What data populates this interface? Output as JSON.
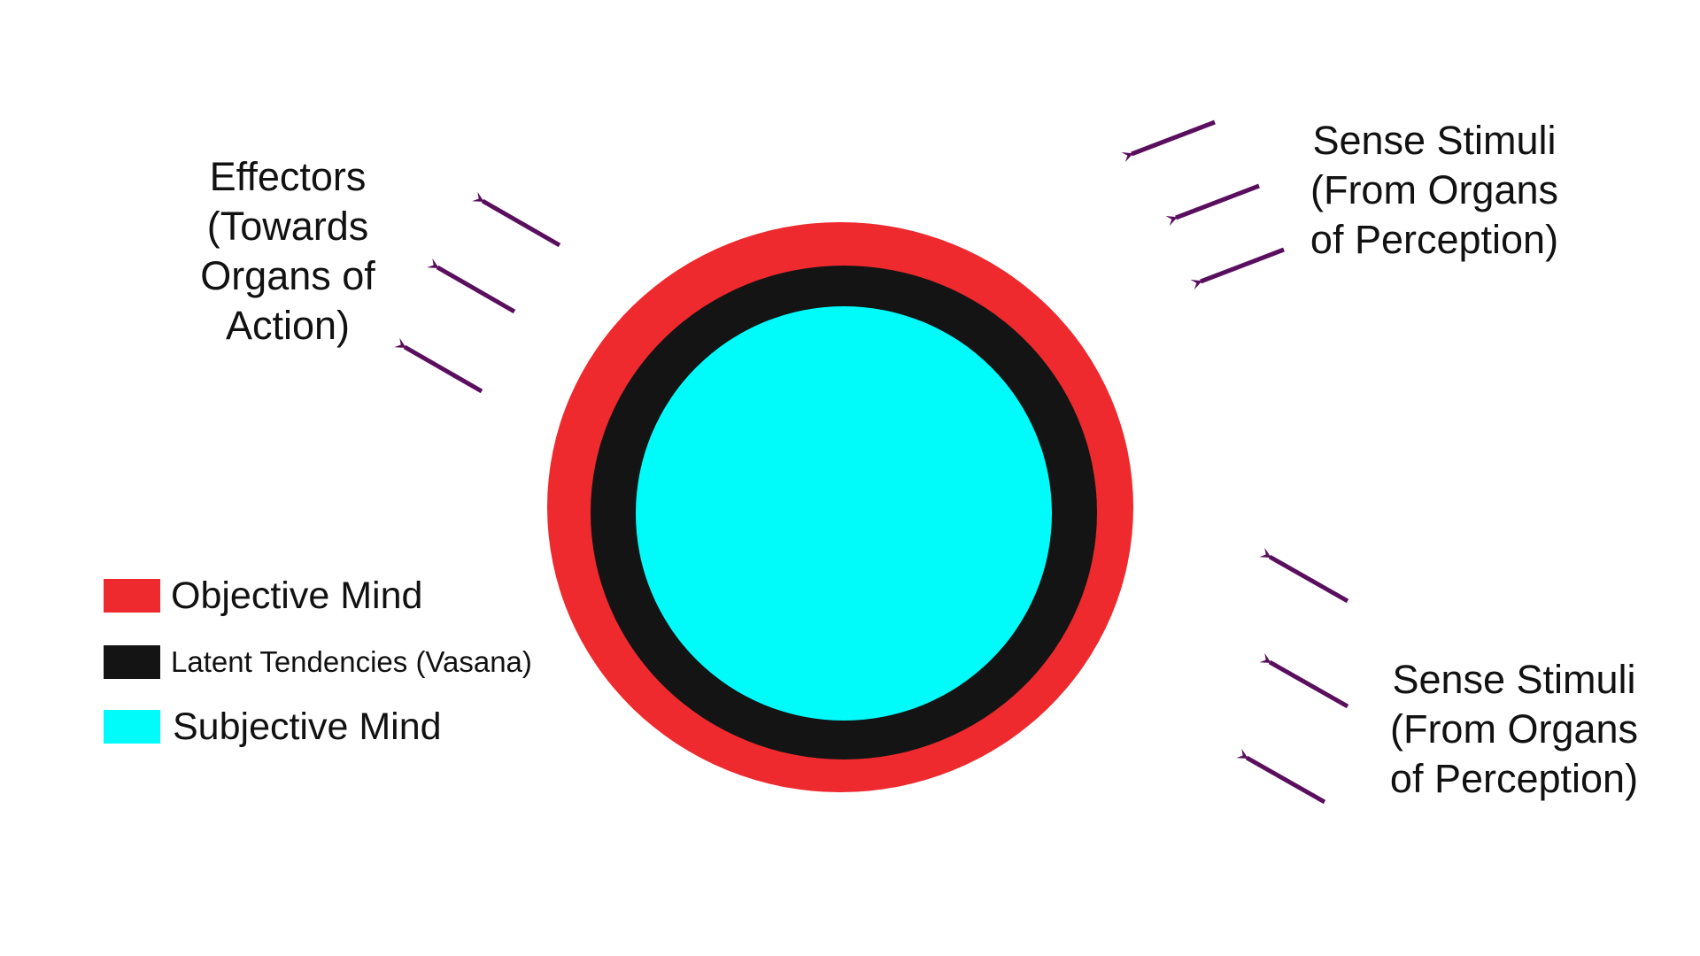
{
  "colors": {
    "objective_mind": "#ee2a2e",
    "latent_tendencies": "#141414",
    "subjective_mind": "#00fbfb",
    "arrow": "#5a0e5e"
  },
  "labels": {
    "effectors": [
      "Effectors",
      "(Towards",
      "Organs of",
      "Action)"
    ],
    "stimuli_top": [
      "Sense Stimuli",
      "(From Organs",
      "of Perception)"
    ],
    "stimuli_bottom": [
      "Sense Stimuli",
      "(From Organs",
      "of Perception)"
    ]
  },
  "legend": [
    {
      "label": "Objective Mind",
      "color": "#ee2a2e"
    },
    {
      "label": "Latent Tendencies (Vasana)",
      "color": "#141414"
    },
    {
      "label": "Subjective Mind",
      "color": "#00fbfb"
    }
  ]
}
